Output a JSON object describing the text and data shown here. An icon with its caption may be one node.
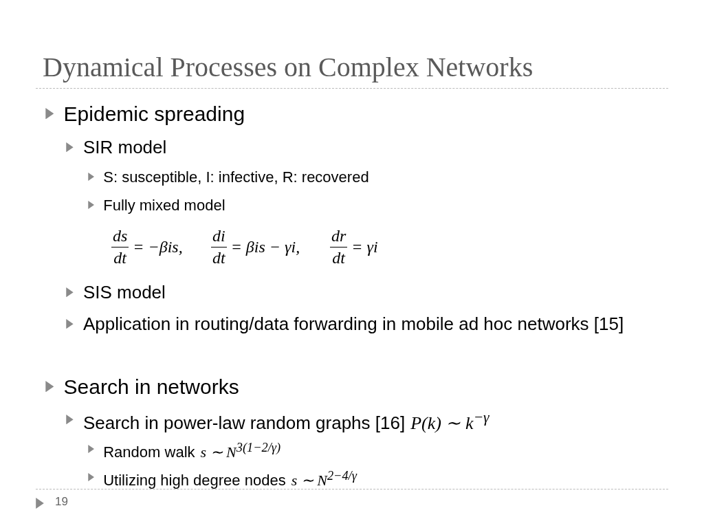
{
  "diagram": {
    "title": "Dynamical Processes on Complex Networks",
    "labels": [
      "Epidemic spreading",
      "SIR model",
      "S: susceptible, I: infective, R: recovered",
      "Fully mixed model",
      "ds",
      "= −βis,",
      "dt",
      "di",
      "= βis − γi,",
      "dt",
      "dr",
      "= γi",
      "dt",
      "SIS model",
      "Application in routing/data forwarding in mobile ad hoc networks [15]",
      "Search in networks",
      "Search in power-law random graphs [16]",
      "P(k) ∼ k$^{−γ}$",
      "Random walk",
      "s ∼ N$^{3(1−2/γ)}$",
      "Utilizing high degree nodes",
      "s ∼ N$^{2−4/γ}$",
      "19"
    ]
  }
}
